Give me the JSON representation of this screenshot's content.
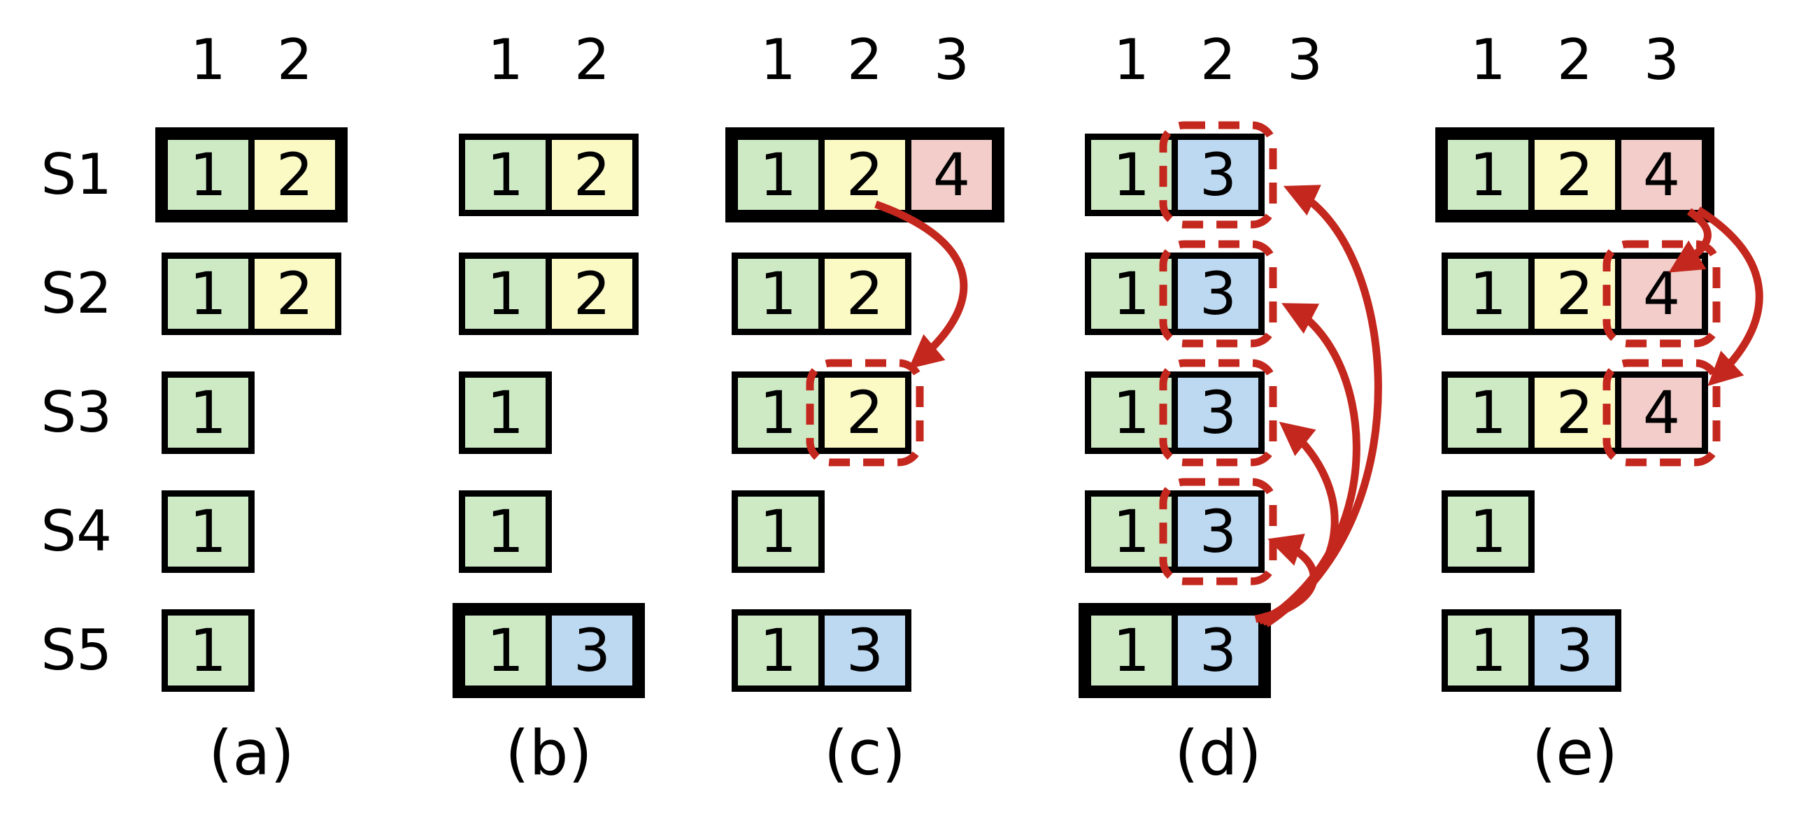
{
  "figure": {
    "description": "Log replication diagram with five servers and five sequential scenarios",
    "row_labels": [
      "S1",
      "S2",
      "S3",
      "S4",
      "S5"
    ],
    "colors": {
      "background": "#ffffff",
      "border": "#000000",
      "accent_red": "#c4271d",
      "term_1": "#cdeac4",
      "term_2": "#fbfac5",
      "term_3": "#bdd9f1",
      "term_4": "#f2cdc9"
    },
    "panels": [
      {
        "id": "a",
        "caption": "(a)",
        "columns": [
          "1",
          "2"
        ],
        "rows": [
          {
            "label": "S1",
            "leader": true,
            "dashed_cell": null,
            "cells": [
              {
                "term": "1"
              },
              {
                "term": "2"
              }
            ]
          },
          {
            "label": "S2",
            "leader": false,
            "dashed_cell": null,
            "cells": [
              {
                "term": "1"
              },
              {
                "term": "2"
              }
            ]
          },
          {
            "label": "S3",
            "leader": false,
            "dashed_cell": null,
            "cells": [
              {
                "term": "1"
              }
            ]
          },
          {
            "label": "S4",
            "leader": false,
            "dashed_cell": null,
            "cells": [
              {
                "term": "1"
              }
            ]
          },
          {
            "label": "S5",
            "leader": false,
            "dashed_cell": null,
            "cells": [
              {
                "term": "1"
              }
            ]
          }
        ]
      },
      {
        "id": "b",
        "caption": "(b)",
        "columns": [
          "1",
          "2"
        ],
        "rows": [
          {
            "label": "S1",
            "leader": false,
            "dashed_cell": null,
            "cells": [
              {
                "term": "1"
              },
              {
                "term": "2"
              }
            ]
          },
          {
            "label": "S2",
            "leader": false,
            "dashed_cell": null,
            "cells": [
              {
                "term": "1"
              },
              {
                "term": "2"
              }
            ]
          },
          {
            "label": "S3",
            "leader": false,
            "dashed_cell": null,
            "cells": [
              {
                "term": "1"
              }
            ]
          },
          {
            "label": "S4",
            "leader": false,
            "dashed_cell": null,
            "cells": [
              {
                "term": "1"
              }
            ]
          },
          {
            "label": "S5",
            "leader": true,
            "dashed_cell": null,
            "cells": [
              {
                "term": "1"
              },
              {
                "term": "3"
              }
            ]
          }
        ]
      },
      {
        "id": "c",
        "caption": "(c)",
        "columns": [
          "1",
          "2",
          "3"
        ],
        "rows": [
          {
            "label": "S1",
            "leader": true,
            "dashed_cell": null,
            "cells": [
              {
                "term": "1"
              },
              {
                "term": "2"
              },
              {
                "term": "4"
              }
            ]
          },
          {
            "label": "S2",
            "leader": false,
            "dashed_cell": null,
            "cells": [
              {
                "term": "1"
              },
              {
                "term": "2"
              }
            ]
          },
          {
            "label": "S3",
            "leader": false,
            "dashed_cell": 2,
            "cells": [
              {
                "term": "1"
              },
              {
                "term": "2"
              }
            ]
          },
          {
            "label": "S4",
            "leader": false,
            "dashed_cell": null,
            "cells": [
              {
                "term": "1"
              }
            ]
          },
          {
            "label": "S5",
            "leader": false,
            "dashed_cell": null,
            "cells": [
              {
                "term": "1"
              },
              {
                "term": "3"
              }
            ]
          }
        ]
      },
      {
        "id": "d",
        "caption": "(d)",
        "columns": [
          "1",
          "2",
          "3"
        ],
        "rows": [
          {
            "label": "S1",
            "leader": false,
            "dashed_cell": 2,
            "cells": [
              {
                "term": "1"
              },
              {
                "term": "3"
              }
            ]
          },
          {
            "label": "S2",
            "leader": false,
            "dashed_cell": 2,
            "cells": [
              {
                "term": "1"
              },
              {
                "term": "3"
              }
            ]
          },
          {
            "label": "S3",
            "leader": false,
            "dashed_cell": 2,
            "cells": [
              {
                "term": "1"
              },
              {
                "term": "3"
              }
            ]
          },
          {
            "label": "S4",
            "leader": false,
            "dashed_cell": 2,
            "cells": [
              {
                "term": "1"
              },
              {
                "term": "3"
              }
            ]
          },
          {
            "label": "S5",
            "leader": true,
            "dashed_cell": null,
            "cells": [
              {
                "term": "1"
              },
              {
                "term": "3"
              }
            ]
          }
        ]
      },
      {
        "id": "e",
        "caption": "(e)",
        "columns": [
          "1",
          "2",
          "3"
        ],
        "rows": [
          {
            "label": "S1",
            "leader": true,
            "dashed_cell": null,
            "cells": [
              {
                "term": "1"
              },
              {
                "term": "2"
              },
              {
                "term": "4"
              }
            ]
          },
          {
            "label": "S2",
            "leader": false,
            "dashed_cell": 3,
            "cells": [
              {
                "term": "1"
              },
              {
                "term": "2"
              },
              {
                "term": "4"
              }
            ]
          },
          {
            "label": "S3",
            "leader": false,
            "dashed_cell": 3,
            "cells": [
              {
                "term": "1"
              },
              {
                "term": "2"
              },
              {
                "term": "4"
              }
            ]
          },
          {
            "label": "S4",
            "leader": false,
            "dashed_cell": null,
            "cells": [
              {
                "term": "1"
              }
            ]
          },
          {
            "label": "S5",
            "leader": false,
            "dashed_cell": null,
            "cells": [
              {
                "term": "1"
              },
              {
                "term": "3"
              }
            ]
          }
        ]
      }
    ],
    "arrows": [
      {
        "id": "c1",
        "panel": "c",
        "from_row": "S1",
        "from_index": 2,
        "to_row": "S3",
        "to_index": 2
      },
      {
        "id": "d1",
        "panel": "d",
        "from_row": "S5",
        "from_index": 2,
        "to_row": "S1",
        "to_index": 2
      },
      {
        "id": "d2",
        "panel": "d",
        "from_row": "S5",
        "from_index": 2,
        "to_row": "S2",
        "to_index": 2
      },
      {
        "id": "d3",
        "panel": "d",
        "from_row": "S5",
        "from_index": 2,
        "to_row": "S3",
        "to_index": 2
      },
      {
        "id": "d4",
        "panel": "d",
        "from_row": "S5",
        "from_index": 2,
        "to_row": "S4",
        "to_index": 2
      },
      {
        "id": "e1",
        "panel": "e",
        "from_row": "S1",
        "from_index": 3,
        "to_row": "S2",
        "to_index": 3
      },
      {
        "id": "e2",
        "panel": "e",
        "from_row": "S1",
        "from_index": 3,
        "to_row": "S3",
        "to_index": 3
      }
    ]
  }
}
